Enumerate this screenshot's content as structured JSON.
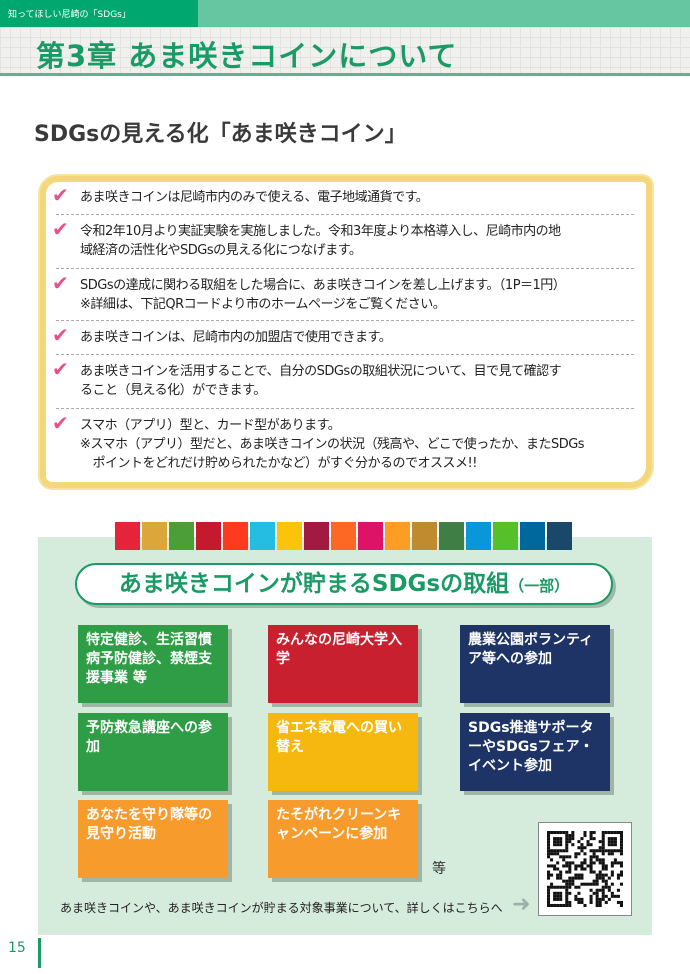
{
  "header": {
    "section": "知ってほしい尼崎の「SDGs」",
    "chapter_title": "第3章 あま咲きコインについて"
  },
  "subtitle": "SDGsの見える化「あま咲きコイン」",
  "notes": [
    [
      "あま咲きコインは尼崎市内のみで使える、電子地域通貨です。"
    ],
    [
      "令和2年10月より実証実験を実施しました。令和3年度より本格導入し、尼崎市内の地",
      "域経済の活性化やSDGsの見える化につなげます。"
    ],
    [
      "SDGsの達成に関わる取組をした場合に、あま咲きコインを差し上げます。（1P＝1円）",
      "※詳細は、下記QRコードより市のホームページをご覧ください。"
    ],
    [
      "あま咲きコインは、尼崎市内の加盟店で使用できます。"
    ],
    [
      "あま咲きコインを活用することで、自分のSDGsの取組状況について、目で見て確認す",
      "ること（見える化）ができます。"
    ],
    [
      "スマホ（アプリ）型と、カード型があります。",
      "※スマホ（アプリ）型だと、あま咲きコインの状況（残高や、どこで使ったか、またSDGs",
      "　ポイントをどれだけ貯められたかなど）がすぐ分かるのでオススメ!!"
    ]
  ],
  "sdg_colors": [
    "#e5243b",
    "#dda63a",
    "#4c9f38",
    "#c5192d",
    "#ff3a21",
    "#26bde2",
    "#fcc30b",
    "#a21942",
    "#fd6925",
    "#dd1367",
    "#fd9d24",
    "#bf8b2e",
    "#3f7e44",
    "#0a97d9",
    "#56c02b",
    "#00689d",
    "#19486a"
  ],
  "panel": {
    "title": "あま咲きコインが貯まるSDGsの取組",
    "title_suffix": "（一部）",
    "cards": [
      {
        "text": "特定健診、生活習慣病予防健診、禁煙支援事業 等",
        "color": "#2e9d46"
      },
      {
        "text": "みんなの尼崎大学入学",
        "color": "#c8202f"
      },
      {
        "text": "農業公園ボランティア等への参加",
        "color": "#1e3466"
      },
      {
        "text": "予防救急講座への参加",
        "color": "#2e9d46"
      },
      {
        "text": "省エネ家電への買い替え",
        "color": "#f6b80f"
      },
      {
        "text": "SDGs推進サポーターやSDGsフェア・イベント参加",
        "color": "#1e3466"
      },
      {
        "text": "あなたを守り隊等の見守り活動",
        "color": "#f79b2d"
      },
      {
        "text": "たそがれクリーンキャンペーンに参加",
        "color": "#f79b2d"
      }
    ],
    "etc": "等",
    "footer": "あま咲きコインや、あま咲きコインが貯まる対象事業について、詳しくはこちらへ"
  },
  "page_number": "15"
}
